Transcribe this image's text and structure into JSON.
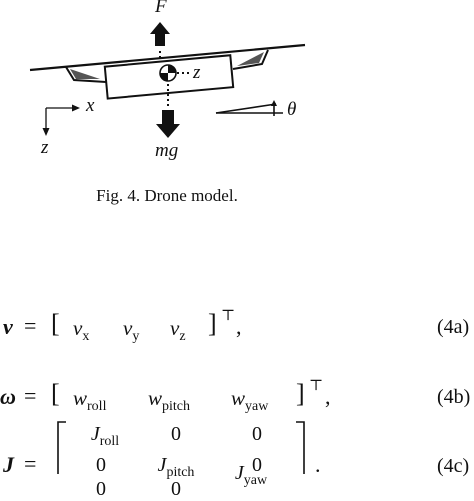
{
  "figure": {
    "label_F": "F",
    "label_z_body": "z",
    "label_x": "x",
    "label_z": "z",
    "label_mg": "mg",
    "label_theta": "θ"
  },
  "caption": "Fig. 4.  Drone model.",
  "equations": [
    {
      "lhs": "v",
      "eq": "=",
      "components": [
        {
          "base": "v",
          "sub": "x"
        },
        {
          "base": "v",
          "sub": "y"
        },
        {
          "base": "v",
          "sub": "z"
        }
      ],
      "transpose": "⊤",
      "tail": ",",
      "number": "(4a)"
    },
    {
      "lhs": "ω",
      "eq": "=",
      "components": [
        {
          "base": "w",
          "sub": "roll"
        },
        {
          "base": "w",
          "sub": "pitch"
        },
        {
          "base": "w",
          "sub": "yaw"
        }
      ],
      "transpose": "⊤",
      "tail": ",",
      "number": "(4b)"
    }
  ],
  "matrix_eq": {
    "lhs": "J",
    "eq": "=",
    "rows": [
      [
        {
          "base": "J",
          "sub": "roll"
        },
        {
          "text": "0"
        },
        {
          "text": "0"
        }
      ],
      [
        {
          "text": "0"
        },
        {
          "base": "J",
          "sub": "pitch"
        },
        {
          "text": "0"
        }
      ],
      [
        {
          "text": "0"
        },
        {
          "text": "0"
        },
        {
          "base": "J",
          "sub": "yaw"
        }
      ]
    ],
    "tail": ".",
    "number": "(4c)"
  }
}
